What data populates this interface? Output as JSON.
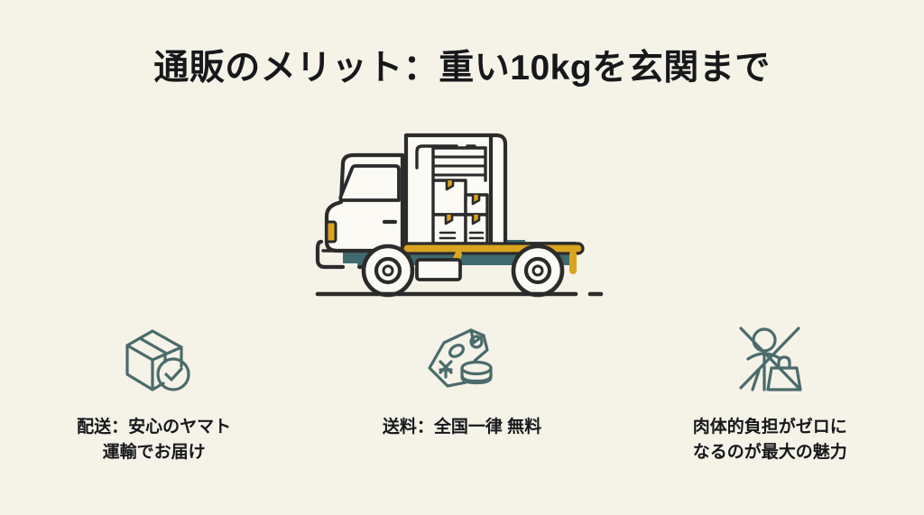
{
  "slide": {
    "background_color": "#f5f2e8",
    "title": "通販のメリット：重い10kgを玄関まで",
    "title_color": "#16181a"
  },
  "illustration": {
    "name": "delivery-truck-illustration",
    "description": "配送トラック",
    "colors": {
      "outline": "#2b2b2b",
      "body": "#fbfaf4",
      "chassis_teal": "#3f6b70",
      "accent_yellow": "#d9a520",
      "ground_line": "#2b2b2b"
    },
    "parts": [
      "cab",
      "windshield",
      "headlight",
      "front-bumper",
      "cargo-box",
      "rolling-shutter-door",
      "stacked-parcels",
      "bed-rail",
      "front-wheel",
      "rear-wheel",
      "ground-line"
    ],
    "parcel_count": 4
  },
  "features": [
    {
      "icon_name": "package-check-icon",
      "caption": "配送：安心のヤマト運輸でお届け",
      "caption_lines": [
        "配送：安心のヤマト",
        "運輸でお届け"
      ],
      "icon_color": "#4a6b6b"
    },
    {
      "icon_name": "price-tag-coins-icon",
      "caption": "送料：全国一律 無料",
      "caption_lines": [
        "送料：全国一律 無料"
      ],
      "icon_color": "#4a6b6b"
    },
    {
      "icon_name": "no-heavy-lifting-icon",
      "caption": "肉体的負担がゼロになるのが最大の魅力",
      "caption_lines": [
        "肉体的負担がゼロに",
        "なるのが最大の魅力"
      ],
      "icon_color": "#4a6b6b"
    }
  ]
}
